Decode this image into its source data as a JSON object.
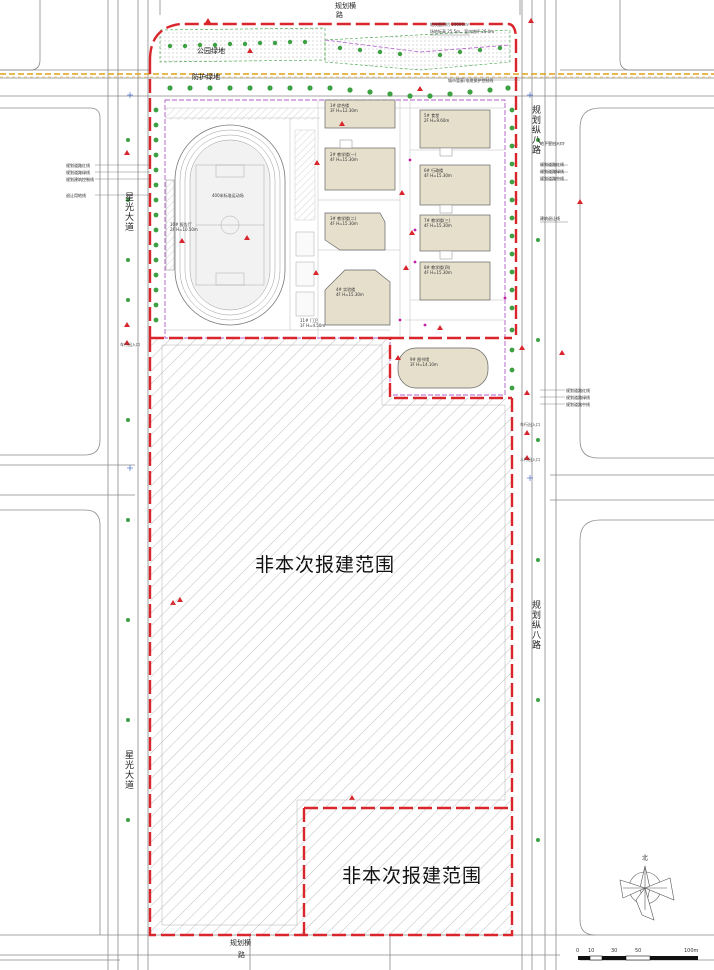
{
  "map": {
    "excluded_area_label_1": "非本次报建范围",
    "excluded_area_label_2": "非本次报建范围",
    "park_green_label": "公园绿地",
    "buffer_green_label": "防护绿地",
    "top_road_label": "规划横",
    "top_road_label_2": "路",
    "left_road_upper": "星光大道",
    "left_road_lower": "星光大道",
    "right_road_upper": "规划纵八路",
    "right_road_lower": "规划纵八路",
    "bottom_road": "规划横",
    "bottom_road_2": "路",
    "field_label": "400米标准运动场",
    "top_notes": [
      "地块面积约 20000m²",
      "场地标高 25.5m，室内地坪 26.0m"
    ],
    "top_right_note": "城市管廊/电缆保护控制线",
    "left_legend": [
      "规划道路红线",
      "规划道路绿线",
      "规划建筑控制线",
      "退让用地线"
    ],
    "right_legend_top": [
      "地下室出入口",
      "规划道路红线",
      "规划道路绿线",
      "规划道路中线",
      "建筑退让线"
    ],
    "right_legend_mid": [
      "规划道路红线",
      "规划道路绿线",
      "规划道路中线"
    ],
    "right_entrances": [
      "车行出入口",
      "人行出入口"
    ],
    "left_entrance": "车行出入口",
    "buildings": [
      {
        "name": "1# 综合楼",
        "desc": "3F H=12.30m"
      },
      {
        "name": "2# 教学楼(一)",
        "desc": "4F H=15.30m"
      },
      {
        "name": "3# 教学楼(二)",
        "desc": "4F H=15.30m"
      },
      {
        "name": "4# 实验楼",
        "desc": "4F H=15.30m"
      },
      {
        "name": "5# 食堂",
        "desc": "2F H=9.60m"
      },
      {
        "name": "6# 行政楼",
        "desc": "4F H=15.30m"
      },
      {
        "name": "7# 教学楼(三)",
        "desc": "4F H=15.30m"
      },
      {
        "name": "8# 教学楼(四)",
        "desc": "4F H=15.30m"
      },
      {
        "name": "9# 图书馆",
        "desc": "3F H=14.10m"
      },
      {
        "name": "10# 报告厅",
        "desc": "2F H=10.50m"
      },
      {
        "name": "11# 门卫",
        "desc": "1F H=4.50m"
      }
    ],
    "scale_bar": {
      "ticks": [
        "0",
        "10",
        "30",
        "50"
      ],
      "end_label": "100m"
    },
    "north_label": "北"
  },
  "colors": {
    "boundary_red": "#d9262c",
    "road_line": "#7a7a7a",
    "hatch": "#9a9a9a",
    "pipe_yellow": "#e0a21a",
    "green_dash": "#3da042",
    "purple_line": "#b05bc9",
    "building_fill": "#e6dfcc",
    "field_green": "#f2f2f2"
  }
}
